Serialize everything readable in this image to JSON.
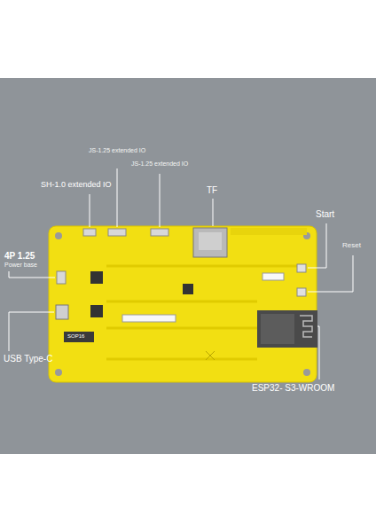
{
  "diagram": {
    "labels": [
      "JS-1.25 extended IO",
      "JS-1.25 extended IO",
      "SH-1.0 extended IO",
      "TF",
      "Start",
      "Reset",
      "4P 1.25",
      "Power base",
      "USB Type-C",
      "ESP32- S3-WROOM",
      "SOP16"
    ]
  }
}
